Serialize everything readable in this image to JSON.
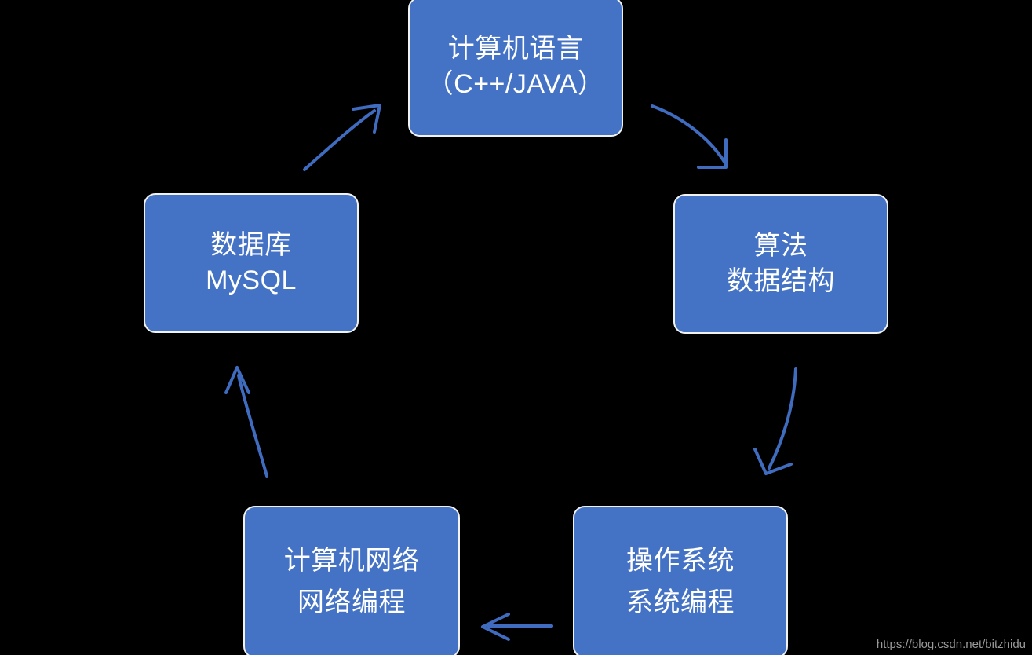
{
  "diagram": {
    "background_color": "#000000",
    "node_fill_color": "#4472C4",
    "node_border_color": "#F2F2F2",
    "node_text_color": "#FFFFFF",
    "arrow_color": "#3F6CBF",
    "nodes": [
      {
        "id": "language",
        "name": "computer-language",
        "lines": [
          "计算机语言",
          "（C++/JAVA）"
        ]
      },
      {
        "id": "algorithm",
        "name": "algorithm",
        "lines": [
          "算法",
          "数据结构"
        ]
      },
      {
        "id": "os",
        "name": "operating-system",
        "lines": [
          "操作系统",
          "系统编程"
        ]
      },
      {
        "id": "network",
        "name": "computer-network",
        "lines": [
          "计算机网络",
          "网络编程"
        ]
      },
      {
        "id": "database",
        "name": "database",
        "lines": [
          "数据库",
          "MySQL"
        ]
      }
    ],
    "edges": [
      {
        "from": "language",
        "to": "algorithm",
        "style": "curved-arrow"
      },
      {
        "from": "algorithm",
        "to": "os",
        "style": "curved-arrow"
      },
      {
        "from": "os",
        "to": "network",
        "style": "straight-arrow"
      },
      {
        "from": "network",
        "to": "database",
        "style": "curved-arrow"
      },
      {
        "from": "database",
        "to": "language",
        "style": "curved-arrow"
      }
    ]
  },
  "watermark": {
    "text": "https://blog.csdn.net/bitzhidu"
  }
}
